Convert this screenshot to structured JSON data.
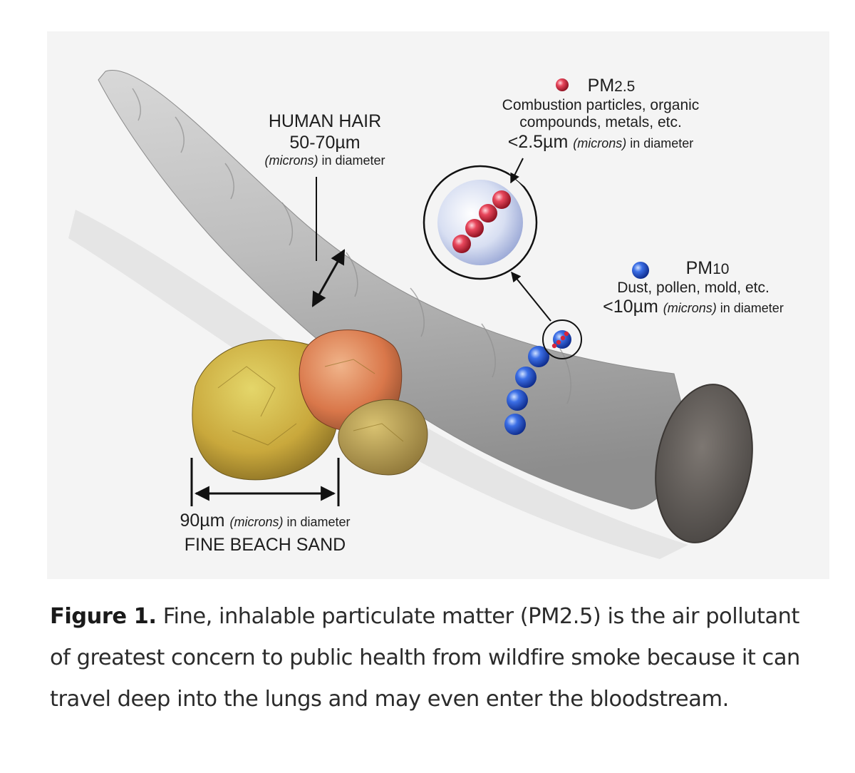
{
  "hair": {
    "title": "HUMAN HAIR",
    "size": "50-70µm",
    "unit_italic": "(microns)",
    "unit_rest": " in diameter"
  },
  "pm25": {
    "label_main": "PM",
    "label_sub": "2.5",
    "desc_line1": "Combustion particles, organic",
    "desc_line2": "compounds, metals, etc.",
    "size": "<2.5µm",
    "unit_italic": "(microns)",
    "unit_rest": " in diameter"
  },
  "pm10": {
    "label_main": "PM",
    "label_sub": "10",
    "desc": "Dust, pollen, mold, etc.",
    "size": "<10µm",
    "unit_italic": "(microns)",
    "unit_rest": " in diameter"
  },
  "sand": {
    "size": "90µm",
    "unit_italic": "(microns)",
    "unit_rest": " in diameter",
    "title": "FINE BEACH SAND"
  },
  "caption": {
    "bold": "Figure 1.",
    "text": " Fine, inhalable particulate matter (PM2.5) is the air pollutant of greatest concern to public health from wildfire smoke because it can travel deep into the lungs and may even enter the bloodstream."
  },
  "colors": {
    "hair": "#b9b9b9",
    "pm25": "#d8243a",
    "pm10": "#2f5fd6",
    "sand": "#c9a43e"
  }
}
